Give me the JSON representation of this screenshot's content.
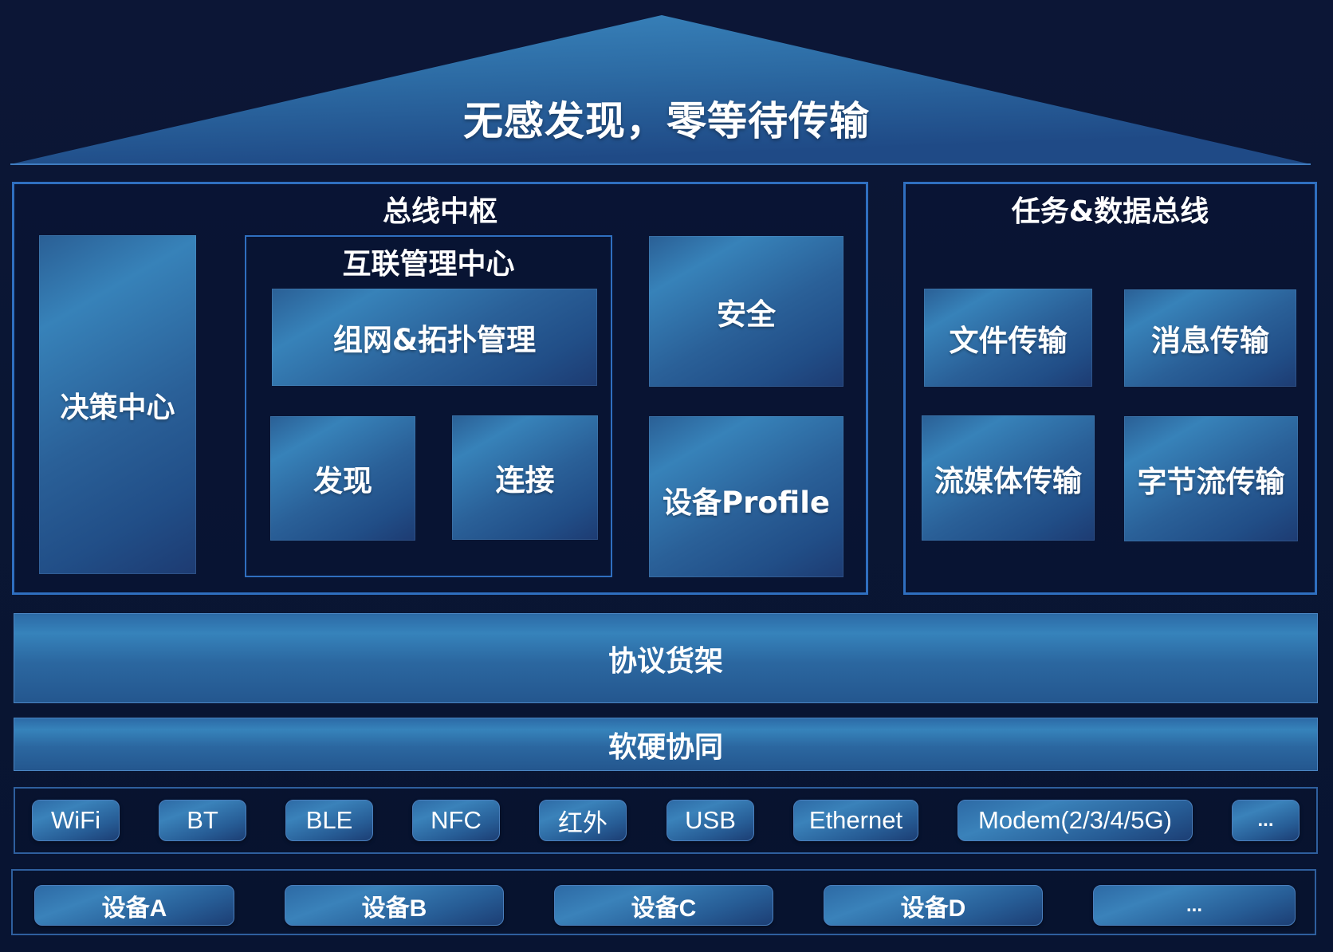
{
  "roof": {
    "title": "无感发现，零等待传输"
  },
  "bus_hub": {
    "title": "总线中枢",
    "decision_center": "决策中心",
    "interconnect": {
      "title": "互联管理中心",
      "networking": "组网&拓扑管理",
      "discovery": "发现",
      "connection": "连接"
    },
    "security": "安全",
    "device_profile": "设备Profile"
  },
  "task_bus": {
    "title": "任务&数据总线",
    "items": [
      "文件传输",
      "消息传输",
      "流媒体传输",
      "字节流传输"
    ]
  },
  "protocol_shelf": "协议货架",
  "hw_sw_synergy": "软硬协同",
  "connectivity": [
    "WiFi",
    "BT",
    "BLE",
    "NFC",
    "红外",
    "USB",
    "Ethernet",
    "Modem(2/3/4/5G)",
    "..."
  ],
  "devices": [
    "设备A",
    "设备B",
    "设备C",
    "设备D",
    "..."
  ],
  "colors": {
    "background": "#0b1635",
    "tile_blue": "#3782b9",
    "frame_border": "#2f6fc0",
    "text": "#ffffff"
  }
}
